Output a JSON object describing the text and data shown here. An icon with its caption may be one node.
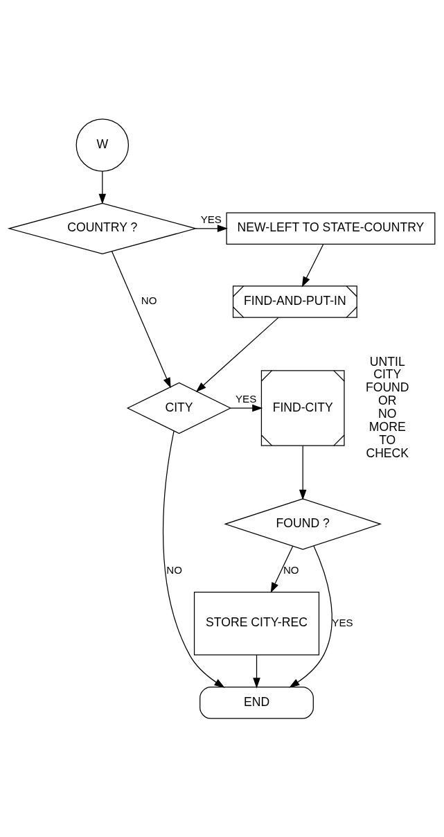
{
  "diagram": {
    "nodes": [
      {
        "text": [
          "W"
        ]
      },
      {
        "text": [
          "COUNTRY ?"
        ]
      },
      {
        "text": [
          "NEW-LEFT TO STATE-COUNTRY"
        ]
      },
      {
        "text": [
          "FIND-AND-PUT-IN"
        ]
      },
      {
        "text": [
          "CITY"
        ]
      },
      {
        "text": [
          "FIND-CITY"
        ],
        "beside": [
          "UNTIL CITY FOUND OR NO MORE TO CHECK"
        ]
      },
      {
        "text": [
          "FOUND ?"
        ]
      },
      {
        "text": [
          "STORE CITY-REC"
        ]
      },
      {
        "text": [
          "END"
        ]
      }
    ],
    "edges": [
      {
        "from": 0,
        "to": 1,
        "arrow": "to"
      },
      {
        "from": 1,
        "to": 2,
        "arrow": "to",
        "label": "YES"
      },
      {
        "from": 2,
        "to": 3,
        "arrow": "to"
      },
      {
        "from": 1,
        "to": 4,
        "arrow": "to",
        "label": "NO"
      },
      {
        "from": 3,
        "to": 4,
        "arrow": "to"
      },
      {
        "from": 4,
        "to": 5,
        "arrow": "to",
        "label": "YES"
      },
      {
        "from": 4,
        "to": 8,
        "arrow": "to",
        "label": "NO"
      },
      {
        "from": 5,
        "to": 6,
        "arrow": "to"
      },
      {
        "from": 6,
        "to": 8,
        "arrow": "to",
        "label": "YES"
      },
      {
        "from": 6,
        "to": 7,
        "arrow": "to",
        "label": "NO"
      },
      {
        "from": 7,
        "to": 8,
        "arrow": "to"
      }
    ]
  }
}
